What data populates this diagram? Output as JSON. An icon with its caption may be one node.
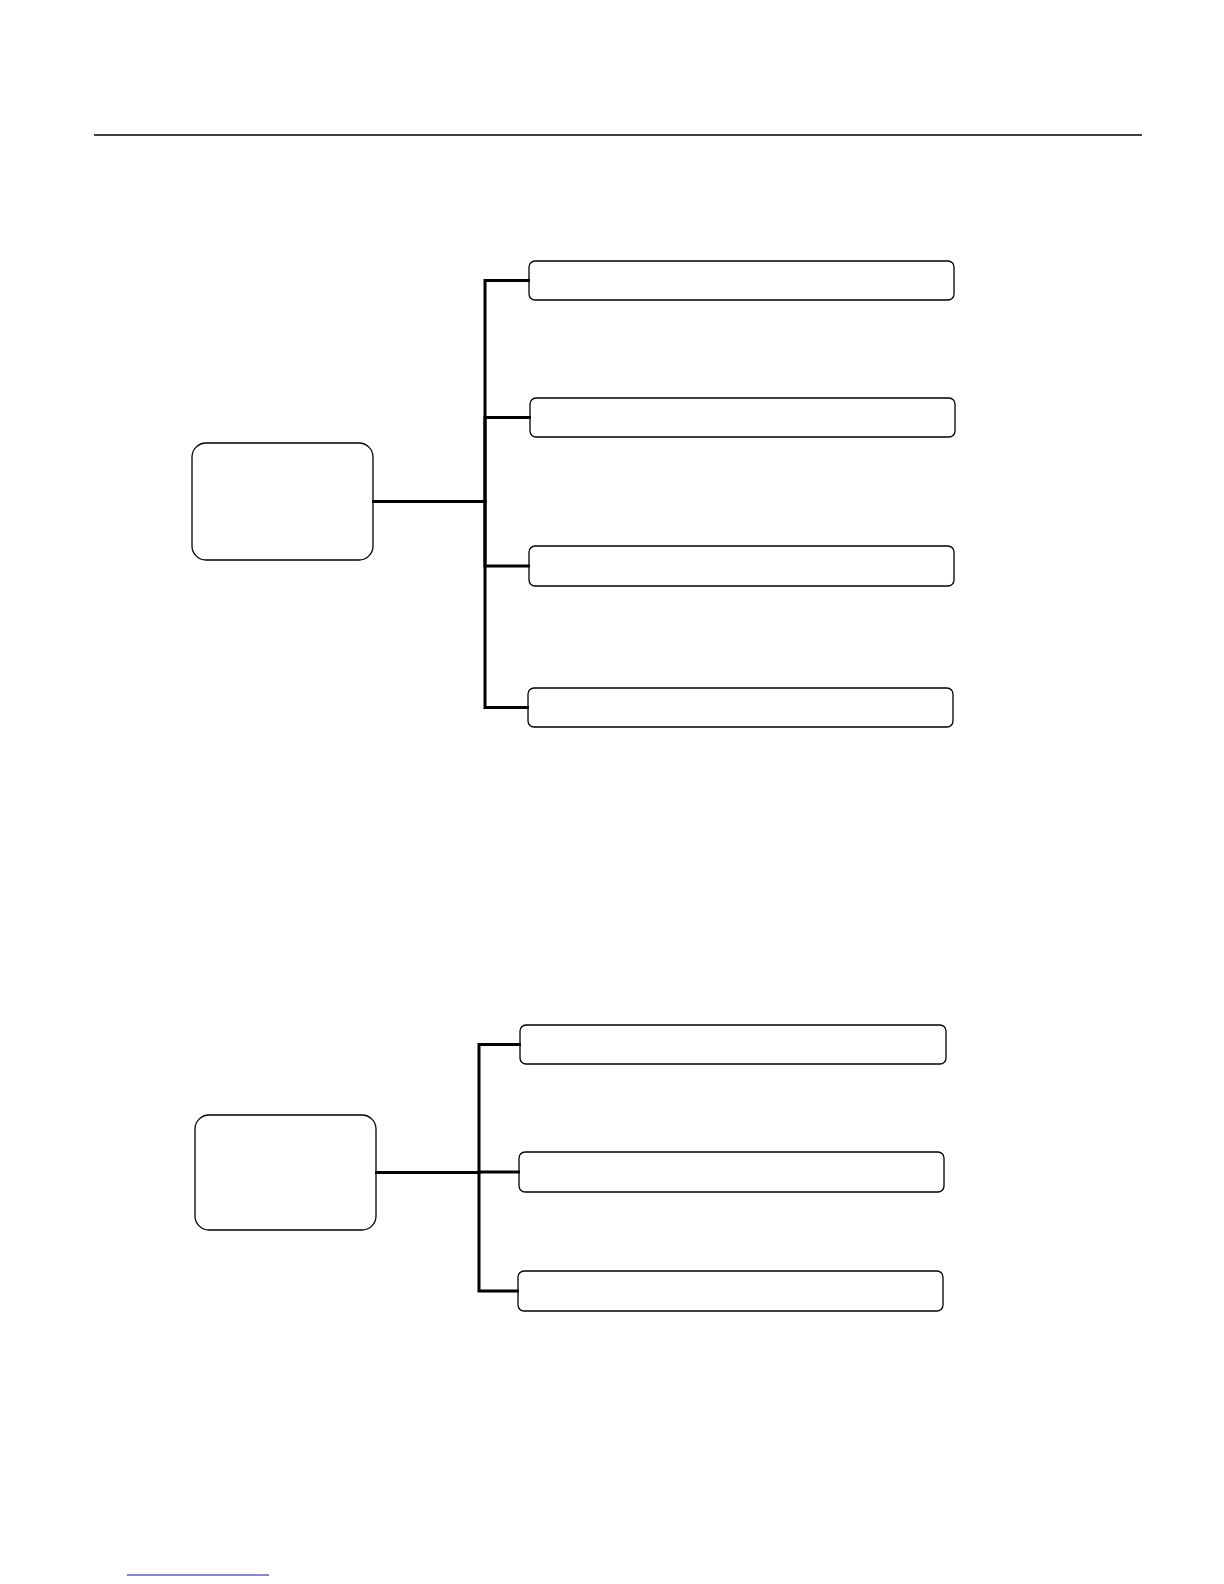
{
  "diagram": {
    "nodes": [
      {
        "text": [],
        "shape": "box"
      },
      {
        "text": [],
        "shape": "box"
      },
      {
        "text": [],
        "shape": "box"
      },
      {
        "text": [],
        "shape": "box"
      },
      {
        "text": [],
        "shape": "box"
      },
      {
        "text": [],
        "shape": "box"
      },
      {
        "text": [],
        "shape": "box"
      },
      {
        "text": [],
        "shape": "box"
      },
      {
        "text": [],
        "shape": "box"
      }
    ],
    "edges": [
      {
        "from": 0,
        "to": 1,
        "arrow": "none"
      },
      {
        "from": 0,
        "to": 2,
        "arrow": "none"
      },
      {
        "from": 0,
        "to": 3,
        "arrow": "none"
      },
      {
        "from": 0,
        "to": 4,
        "arrow": "none"
      },
      {
        "from": 5,
        "to": 6,
        "arrow": "none"
      },
      {
        "from": 5,
        "to": 7,
        "arrow": "none"
      },
      {
        "from": 5,
        "to": 8,
        "arrow": "none"
      }
    ]
  }
}
